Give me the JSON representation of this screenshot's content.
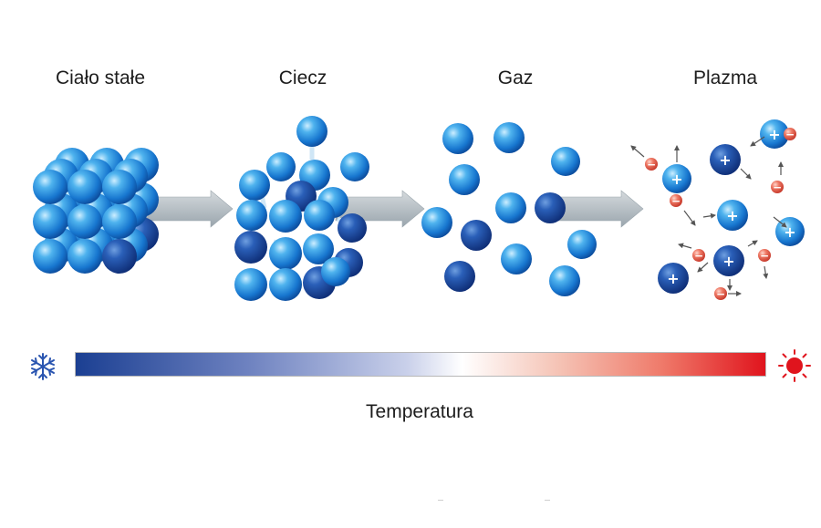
{
  "states": {
    "solid": "Ciało stałe",
    "liquid": "Ciecz",
    "gas": "Gaz",
    "plasma": "Plazma"
  },
  "temperature_label": "Temperatura",
  "particle_signs": {
    "positive": "+",
    "negative": "−"
  },
  "icons": {
    "cold": "snowflake-icon",
    "hot": "sun-icon"
  },
  "colors": {
    "particle": "#1a7fd6",
    "particle_dark": "#123f8f",
    "arrow": "#b9c2c8",
    "cold": "#1b3f92",
    "hot": "#e0141d",
    "electron": "#e25a4c"
  }
}
